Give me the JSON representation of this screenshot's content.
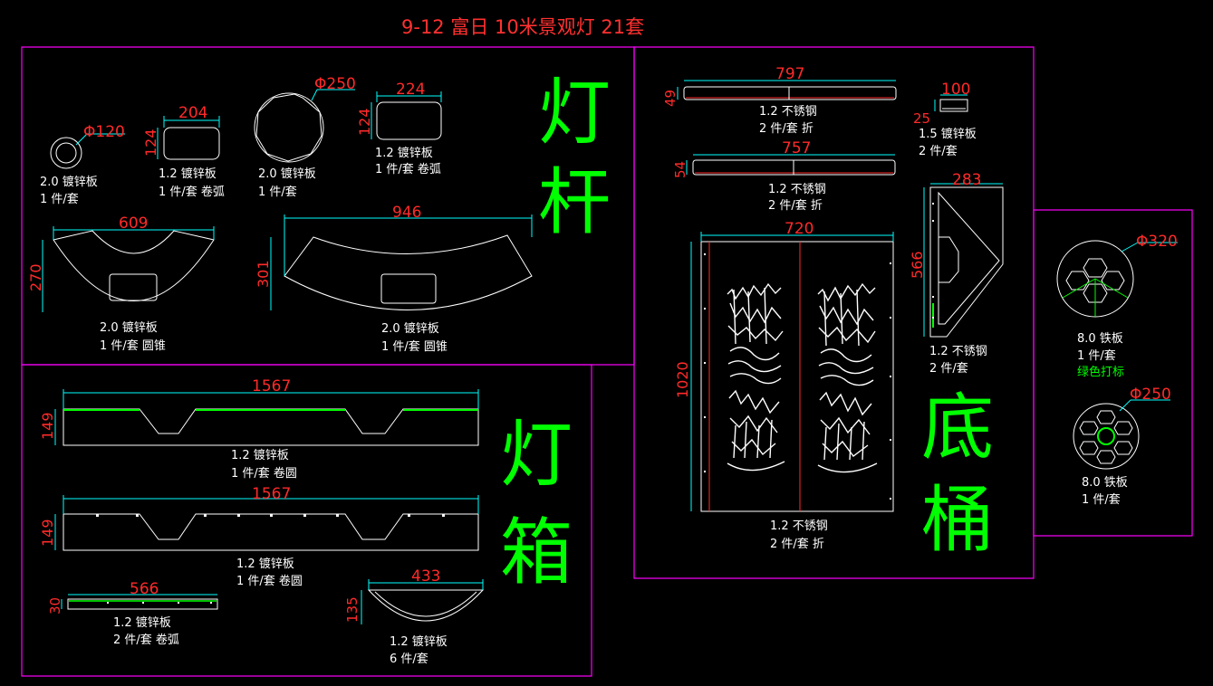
{
  "title": "9-12 富日 10米景观灯 21套",
  "colors": {
    "background": "#000000",
    "frame": "#ff00ff",
    "dimension": "#ff2a2a",
    "dim_line": "#00ffff",
    "outline": "#ffffff",
    "section": "#00ff00",
    "center_line": "#ff2a2a",
    "title": "#ff3030"
  },
  "sections": {
    "pole": [
      "灯",
      "杆"
    ],
    "lightbox": [
      "灯",
      "箱"
    ],
    "base": [
      "底",
      "桶"
    ]
  },
  "pole_parts": {
    "ring_small": {
      "dim": "Φ120",
      "material": "2.0 镀锌板",
      "qty": "1 件/套"
    },
    "rounded_rect_204": {
      "dim_w": "204",
      "dim_h": "124",
      "material": "1.2 镀锌板",
      "qty": "1 件/套 卷弧"
    },
    "octagon": {
      "dim": "Φ250",
      "material": "2.0 镀锌板",
      "qty": "1 件/套"
    },
    "rounded_rect_224": {
      "dim_w": "224",
      "dim_h": "124",
      "material": "1.2 镀锌板",
      "qty": "1 件/套 卷弧"
    },
    "arc_609": {
      "dim_w": "609",
      "dim_h": "270",
      "material": "2.0 镀锌板",
      "qty": "1 件/套 圆锥"
    },
    "arc_946": {
      "dim_w": "946",
      "dim_h": "301",
      "material": "2.0 镀锌板",
      "qty": "1 件/套 圆锥"
    }
  },
  "lightbox_parts": {
    "strip_1": {
      "dim_w": "1567",
      "dim_h": "149",
      "material": "1.2 镀锌板",
      "qty": "1 件/套 卷圆"
    },
    "strip_2": {
      "dim_w": "1567",
      "dim_h": "149",
      "material": "1.2 镀锌板",
      "qty": "1 件/套 卷圆"
    },
    "bar_566": {
      "dim_w": "566",
      "dim_h": "30",
      "material": "1.2 镀锌板",
      "qty": "2 件/套 卷弧"
    },
    "arc_433": {
      "dim_w": "433",
      "dim_h": "135",
      "material": "1.2 镀锌板",
      "qty": "6 件/套"
    }
  },
  "base_parts": {
    "bar_797": {
      "dim_w": "797",
      "dim_h": "49",
      "material": "1.2 不锈钢",
      "qty": "2 件/套 折"
    },
    "bar_757": {
      "dim_w": "757",
      "dim_h": "54",
      "material": "1.2 不锈钢",
      "qty": "2 件/套 折"
    },
    "small_100": {
      "dim_w": "100",
      "dim_h": "25",
      "material": "1.5 镀锌板",
      "qty": "2 件/套"
    },
    "panel_720": {
      "dim_w": "720",
      "dim_h": "1020",
      "material": "1.2 不锈钢",
      "qty": "2 件/套 折"
    },
    "side_283": {
      "dim_w": "283",
      "dim_h": "566",
      "material": "1.2 不锈钢",
      "qty": "2 件/套"
    }
  },
  "plates": {
    "plate_320": {
      "dim": "Φ320",
      "material": "8.0 铁板",
      "qty": "1 件/套",
      "note": "绿色打标"
    },
    "plate_250": {
      "dim": "Φ250",
      "material": "8.0 铁板",
      "qty": "1 件/套"
    }
  }
}
